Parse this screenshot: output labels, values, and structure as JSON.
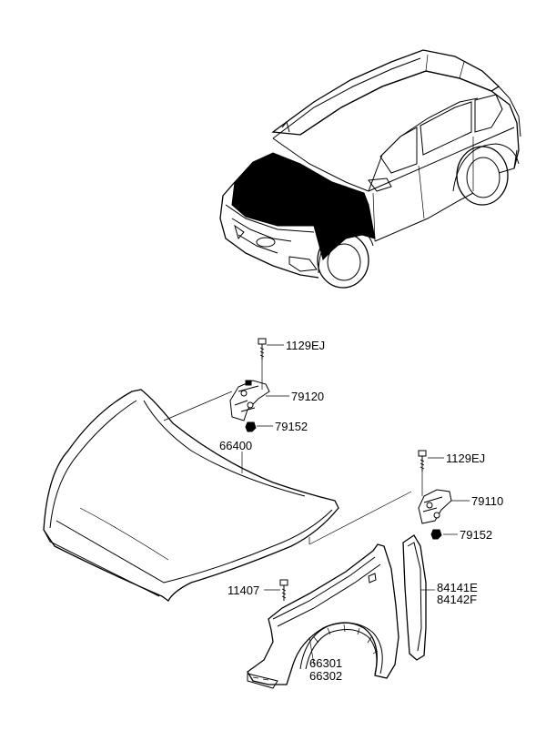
{
  "callouts": [
    {
      "id": "bolt-top",
      "text": "1129EJ"
    },
    {
      "id": "hinge-left",
      "text": "79120"
    },
    {
      "id": "nut-left",
      "text": "79152"
    },
    {
      "id": "hood",
      "text": "66400"
    },
    {
      "id": "bolt-right",
      "text": "1129EJ"
    },
    {
      "id": "hinge-right",
      "text": "79110"
    },
    {
      "id": "nut-right",
      "text": "79152"
    },
    {
      "id": "seal-1",
      "text": "84141E"
    },
    {
      "id": "seal-2",
      "text": "84142F"
    },
    {
      "id": "bolt-fender",
      "text": "11407"
    },
    {
      "id": "fender-1",
      "text": "66301"
    },
    {
      "id": "fender-2",
      "text": "66302"
    }
  ]
}
